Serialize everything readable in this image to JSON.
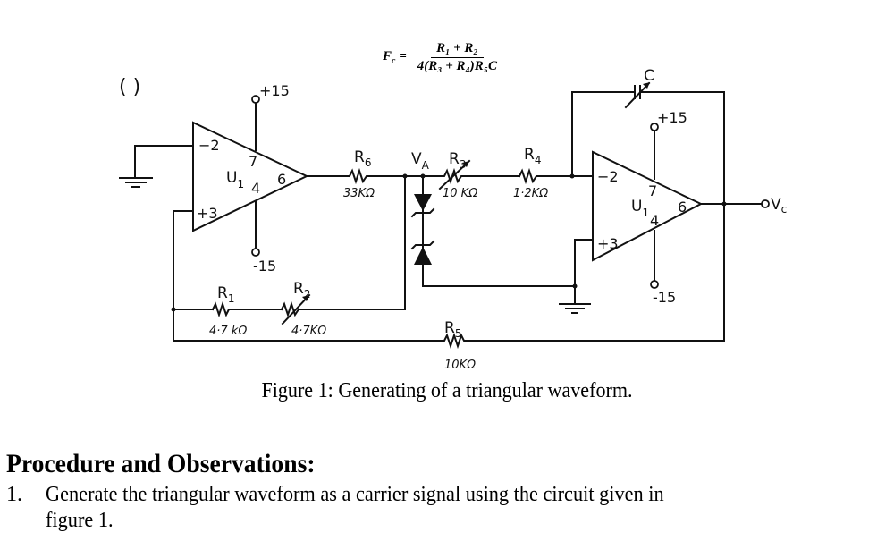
{
  "formula": {
    "lhs": "F",
    "lhs_sub": "c",
    "numerator": "R₁ + R₂",
    "denominator": "4(R₃ + R₄)R₅C"
  },
  "circuit": {
    "u1_left": {
      "label": "U",
      "label_sub": "1",
      "pin_inv": "−2",
      "pin_noninv": "+3",
      "pin_vpos": "7",
      "pin_vneg": "4",
      "pin_out": "6",
      "supply_pos": "+15",
      "supply_neg": "-15"
    },
    "u1_right": {
      "label": "U",
      "label_sub": "1",
      "pin_inv": "−2",
      "pin_noninv": "+3",
      "pin_vpos": "7",
      "pin_vneg": "4",
      "pin_out": "6",
      "supply_pos": "+15",
      "supply_neg": "-15"
    },
    "resistors": [
      {
        "name": "R",
        "sub": "6",
        "value": "33KΩ"
      },
      {
        "name": "R",
        "sub": "3",
        "value": "10 KΩ"
      },
      {
        "name": "R",
        "sub": "4",
        "value": "1·2KΩ"
      },
      {
        "name": "R",
        "sub": "1",
        "value": "4·7 kΩ"
      },
      {
        "name": "R",
        "sub": "2",
        "value": "4·7KΩ"
      },
      {
        "name": "R",
        "sub": "5",
        "value": "10KΩ"
      }
    ],
    "capacitor": "C",
    "node_va": "V",
    "node_va_sub": "A",
    "output": "V",
    "output_sub": "c",
    "corner_mark": "( )"
  },
  "caption": "Figure 1: Generating of a triangular waveform.",
  "section": {
    "heading": "Procedure and Observations:",
    "steps": [
      {
        "number": "1.",
        "line1": "Generate the triangular waveform as a carrier signal using the circuit given in",
        "line2": "figure 1."
      }
    ]
  }
}
